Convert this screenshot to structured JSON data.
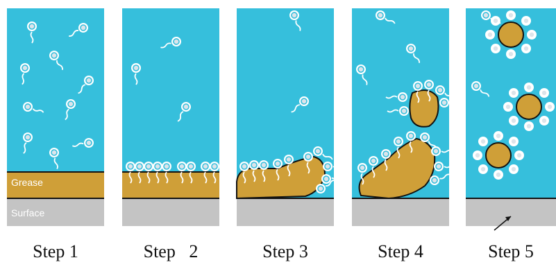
{
  "colors": {
    "water": "#36bfdc",
    "grease": "#cf9f38",
    "surface": "#c4c4c4",
    "outline": "#111111",
    "head_fill": "#dce4ea",
    "white": "#ffffff"
  },
  "layers": {
    "grease_label": "Grease",
    "surface_label": "Surface"
  },
  "steps": [
    {
      "label": "Step 1"
    },
    {
      "label": "Step   2"
    },
    {
      "label": "Step 3"
    },
    {
      "label": "Step 4"
    },
    {
      "label": "Step 5"
    }
  ],
  "icons": {
    "surfactant": "surfactant-molecule-icon",
    "micelle": "grease-micelle-icon",
    "arrow": "arrow-icon"
  }
}
